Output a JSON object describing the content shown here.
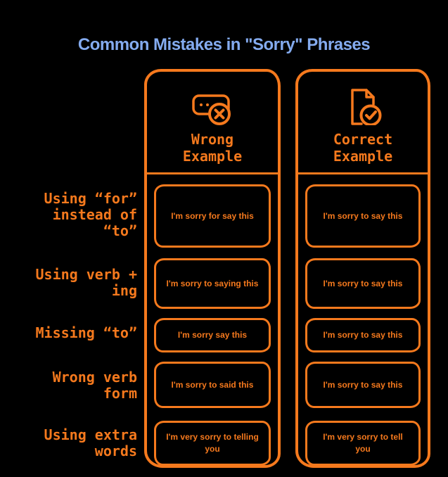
{
  "title": "Common Mistakes in \"Sorry\" Phrases",
  "colors": {
    "background": "#000000",
    "accent_orange": "#F5791D",
    "title_blue": "#84ABEF"
  },
  "columns": {
    "wrong": {
      "icon": "rejected-card-x-icon",
      "header": [
        "Wrong",
        "Example"
      ]
    },
    "correct": {
      "icon": "document-check-icon",
      "header": [
        "Correct",
        "Example"
      ]
    }
  },
  "rows": [
    {
      "label": "Using “for” instead of “to”",
      "wrong": "I'm sorry for say this",
      "correct": "I'm sorry to say this"
    },
    {
      "label": "Using verb + ing",
      "wrong": "I'm sorry to saying this",
      "correct": "I'm sorry to say this"
    },
    {
      "label": "Missing “to”",
      "wrong": "I'm sorry say this",
      "correct": "I'm sorry to say this"
    },
    {
      "label": "Wrong verb form",
      "wrong": "I'm sorry to said this",
      "correct": "I'm sorry to say this"
    },
    {
      "label": "Using extra words",
      "wrong": "I'm very sorry to telling you",
      "correct": "I'm very sorry to tell you"
    }
  ]
}
